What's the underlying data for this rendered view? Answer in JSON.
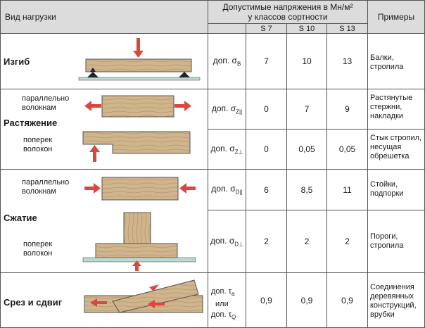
{
  "header": {
    "load_type": "Вид нагрузки",
    "allowed_stress_line1": "Допустимые напряжения в Мн/м²",
    "allowed_stress_line2": "у классов сортности",
    "examples": "Примеры",
    "classes": [
      "S 7",
      "S 10",
      "S 13"
    ]
  },
  "groups": {
    "bending": "Изгиб",
    "tension": "Растяжение",
    "compression": "Сжатие",
    "shear": "Срез и сдвиг"
  },
  "sub_labels": {
    "tension_parallel": [
      "параллельно",
      "волокнам"
    ],
    "tension_perp": [
      "поперек",
      "волокон"
    ],
    "compression_parallel": [
      "параллельно",
      "волокнам"
    ],
    "compression_perp": [
      "поперек",
      "волокон"
    ]
  },
  "rows": [
    {
      "dop": "доп.",
      "sym": "σ",
      "sub": "B",
      "values": [
        "7",
        "10",
        "13"
      ],
      "examples": [
        "Балки,",
        "стропила"
      ]
    },
    {
      "dop": "доп.",
      "sym": "σ",
      "sub": "Z||",
      "values": [
        "0",
        "7",
        "9"
      ],
      "examples": [
        "Растянутые",
        "стержни,",
        "накладки"
      ]
    },
    {
      "dop": "доп.",
      "sym": "σ",
      "sub": "Z⊥",
      "values": [
        "0",
        "0,05",
        "0,05"
      ],
      "examples": [
        "Стык стропил,",
        "несущая",
        "обрешетка"
      ]
    },
    {
      "dop": "доп.",
      "sym": "σ",
      "sub": "D||",
      "values": [
        "6",
        "8,5",
        "11"
      ],
      "examples": [
        "Стойки,",
        "подпорки"
      ]
    },
    {
      "dop": "доп.",
      "sym": "σ",
      "sub": "D⊥",
      "values": [
        "2",
        "2",
        "2"
      ],
      "examples": [
        "Пороги,",
        "стропила"
      ]
    },
    {
      "dop_lines": [
        "доп. τ",
        "или",
        "доп. τ"
      ],
      "dop_subs": [
        "a",
        "",
        "Q"
      ],
      "values": [
        "0,9",
        "0,9",
        "0,9"
      ],
      "examples": [
        "Соединения",
        "деревянных",
        "конструкций,",
        "врубки"
      ]
    }
  ],
  "colors": {
    "header_bg": "#dcdcdc",
    "wood": "#cfb48c",
    "arrow": "#d9473f",
    "ground": "#bfd6d1"
  }
}
